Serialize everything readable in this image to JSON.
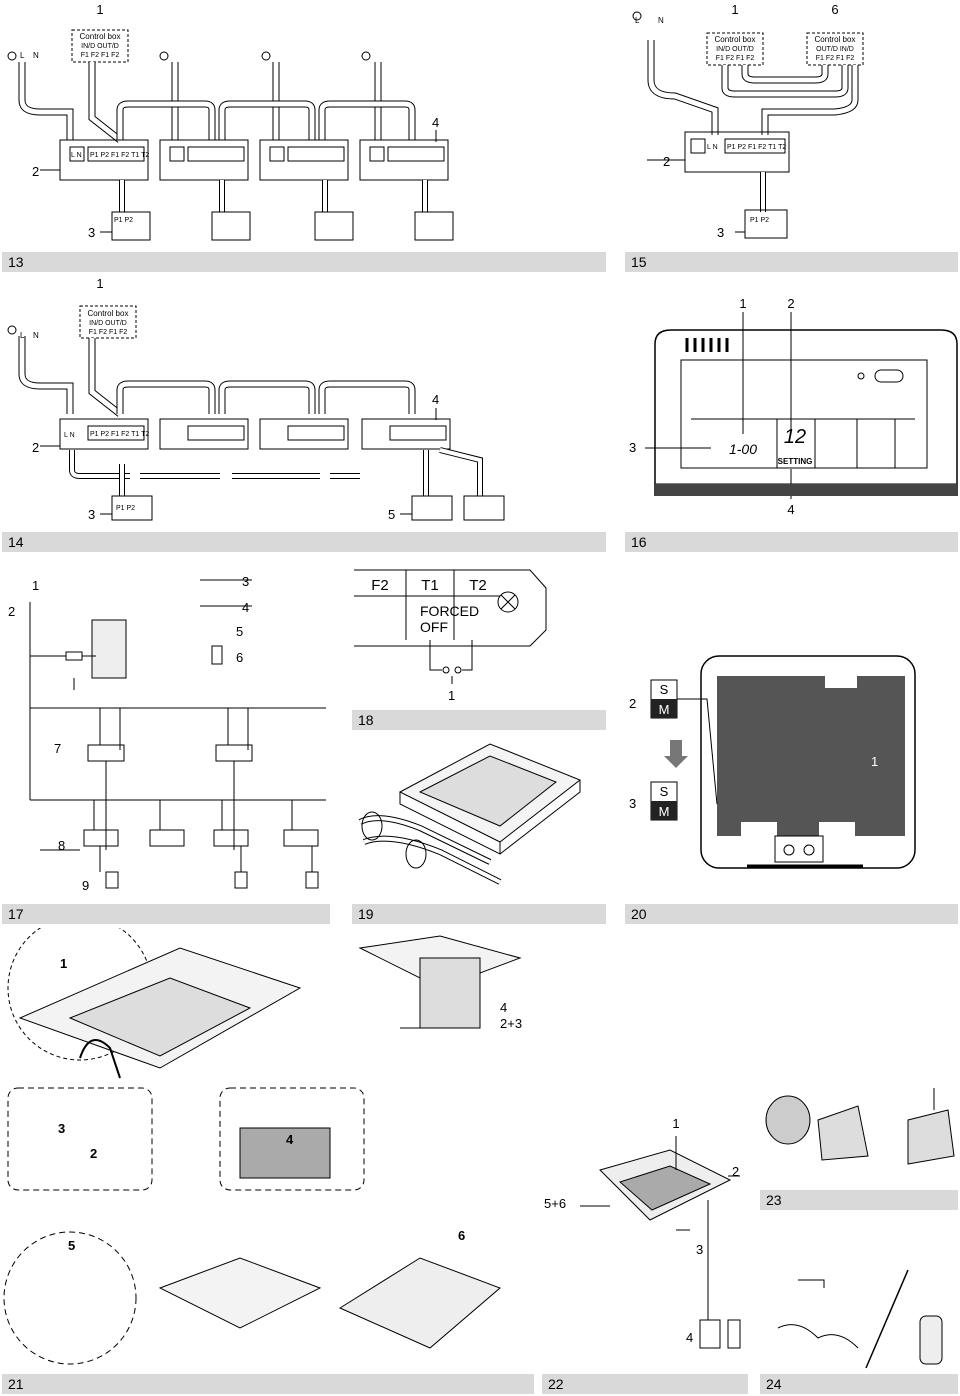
{
  "figures": {
    "f13": {
      "caption": "13",
      "callouts": {
        "c1": "1",
        "c2": "2",
        "c3": "3",
        "c4": "4"
      },
      "control_box": {
        "title": "Control box",
        "io": "IN/D OUT/D",
        "ports": "F1 F2 F1 F2"
      },
      "mains": {
        "l": "L",
        "n": "N"
      },
      "ln": "L N",
      "terminals": "P1 P2 F1 F2 T1 T2",
      "remote": "P1 P2"
    },
    "f14": {
      "caption": "14",
      "callouts": {
        "c1": "1",
        "c2": "2",
        "c3": "3",
        "c4": "4",
        "c5": "5"
      },
      "control_box": {
        "title": "Control box",
        "io": "IN/D OUT/D",
        "ports": "F1 F2 F1 F2"
      },
      "mains": {
        "l": "L",
        "n": "N"
      },
      "ln": "L N",
      "terminals": "P1 P2 F1 F2 T1 T2",
      "remote": "P1 P2"
    },
    "f15": {
      "caption": "15",
      "callouts": {
        "c1": "1",
        "c6": "6",
        "c2": "2",
        "c3": "3"
      },
      "box1": {
        "title": "Control box",
        "io": "IN/D OUT/D",
        "ports": "F1 F2 F1 F2"
      },
      "box6": {
        "title": "Control box",
        "io": "OUT/D IN/D",
        "ports": "F1 F2 F1 F2"
      },
      "mains": {
        "l": "L",
        "n": "N"
      },
      "ln": "L N",
      "terminals": "P1 P2 F1 F2 T1 T2",
      "remote": "P1 P2"
    },
    "f16": {
      "caption": "16",
      "callouts": {
        "c1": "1",
        "c2": "2",
        "c3": "3",
        "c4": "4"
      },
      "display_code": "1-00",
      "display_value": "12",
      "setting": "SETTING"
    },
    "f17": {
      "caption": "17",
      "callouts": {
        "c1": "1",
        "c2": "2",
        "c3": "3",
        "c4": "4",
        "c5": "5",
        "c6": "6",
        "c7": "7",
        "c8": "8",
        "c9": "9"
      }
    },
    "f18": {
      "caption": "18",
      "f2": "F2",
      "t1": "T1",
      "t2": "T2",
      "forced": "FORCED",
      "off": "OFF",
      "c1": "1"
    },
    "f19": {
      "caption": "19"
    },
    "f20": {
      "caption": "20",
      "c1": "1",
      "c2": "2",
      "c3": "3",
      "s": "S",
      "m": "M"
    },
    "f21": {
      "caption": "21",
      "a1": "1",
      "a2": "2",
      "a3": "3",
      "a4": "4",
      "a5": "5",
      "a6": "6",
      "c4": "4",
      "c23": "2+3"
    },
    "f22": {
      "caption": "22",
      "c1": "1",
      "c2": "2",
      "c3": "3",
      "c4": "4",
      "c56": "5+6"
    },
    "f23": {
      "caption": "23"
    },
    "f24": {
      "caption": "24"
    }
  }
}
